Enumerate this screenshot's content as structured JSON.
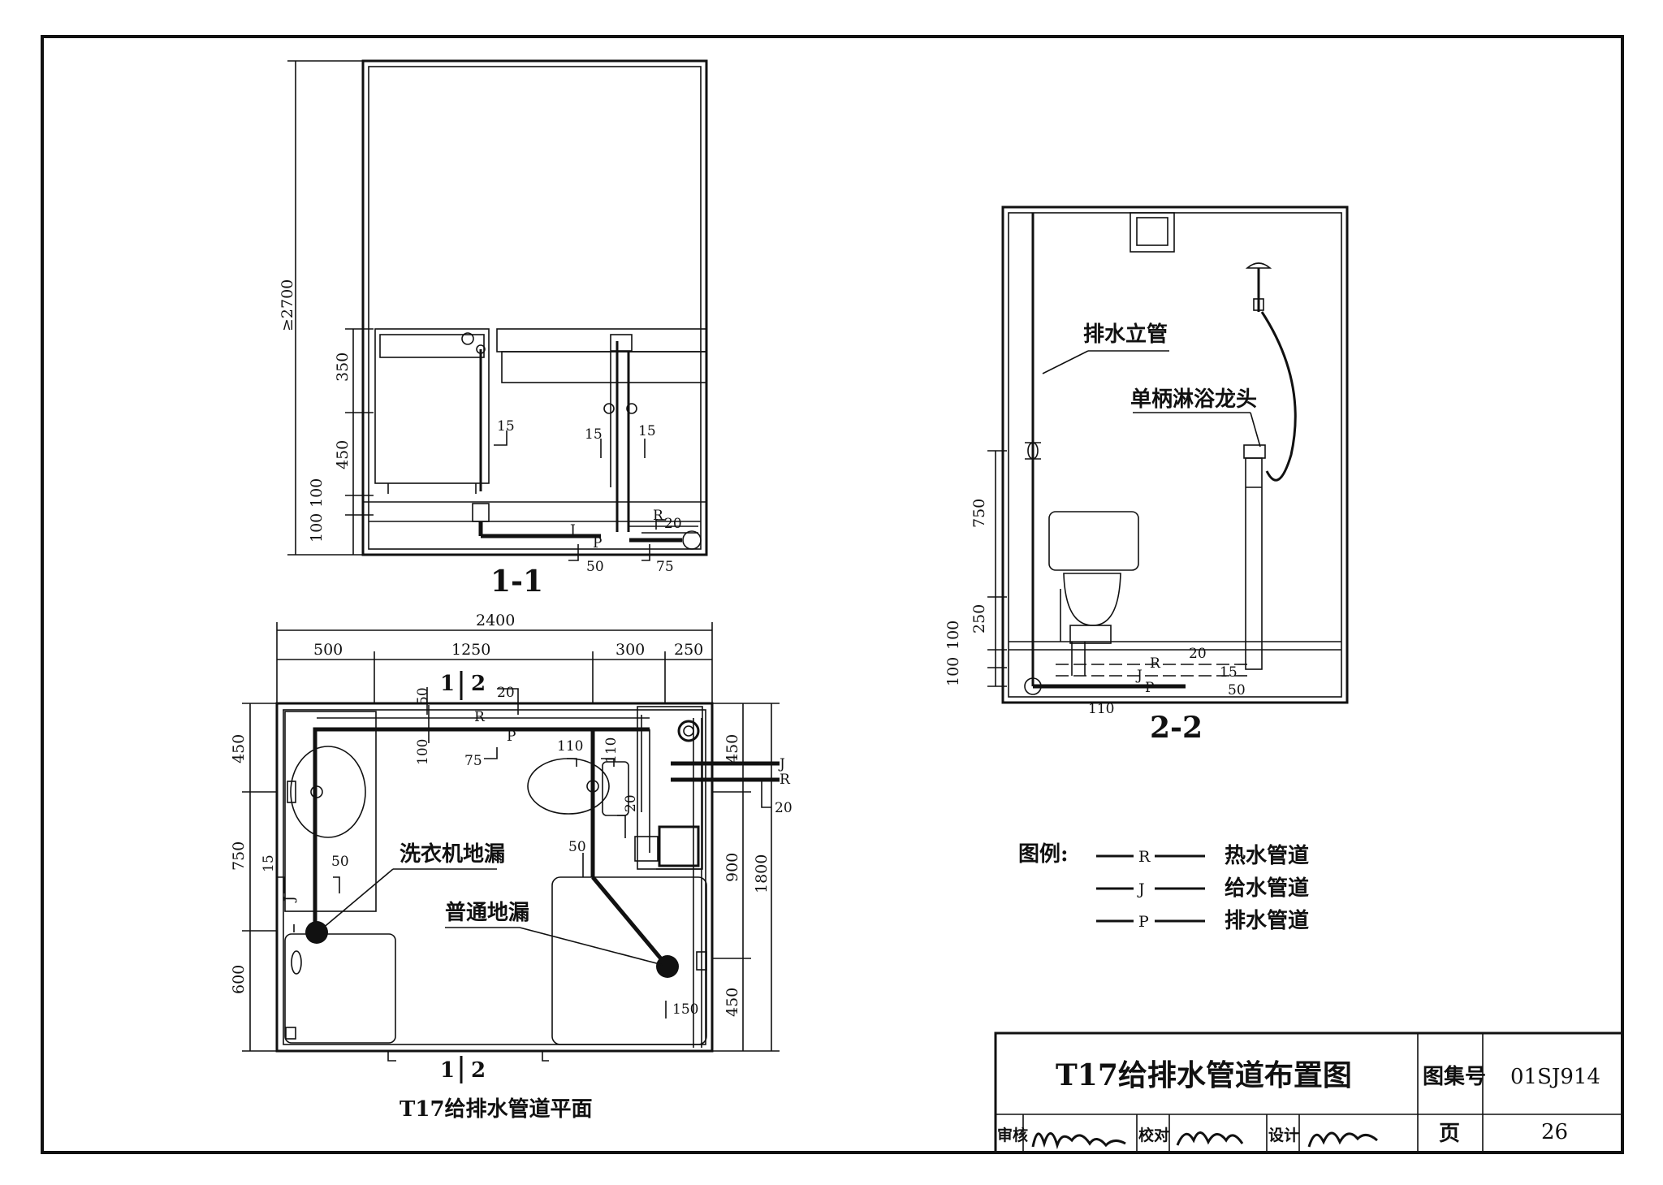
{
  "drawing": {
    "section_1_1": {
      "label": "1-1",
      "height_dim": "≥2700",
      "dims_vertical": [
        "350",
        "450",
        "100",
        "100"
      ],
      "pipe_sizes": [
        "15",
        "15",
        "15",
        "20",
        "50",
        "75"
      ],
      "pipe_tags": [
        "J",
        "P",
        "R"
      ]
    },
    "section_2_2": {
      "label": "2-2",
      "callout_drain_stack": "排水立管",
      "callout_shower": "单柄淋浴龙头",
      "dims_vertical": [
        "750",
        "250",
        "100",
        "100"
      ],
      "pipe_sizes": [
        "20",
        "15",
        "50",
        "110"
      ],
      "pipe_tags": [
        "R",
        "J",
        "P"
      ]
    },
    "plan": {
      "title": "T17给排水管道平面",
      "total_width": "2400",
      "dims_top": [
        "500",
        "1250",
        "300",
        "250"
      ],
      "dims_left": [
        "450",
        "750",
        "600"
      ],
      "dims_right": [
        "450",
        "900",
        "450"
      ],
      "dim_right_total": "1800",
      "section_marks": [
        "1",
        "2",
        "1",
        "2"
      ],
      "pipe_sizes": [
        "50",
        "20",
        "100",
        "75",
        "110",
        "110",
        "20",
        "50",
        "15",
        "50",
        "20",
        "150"
      ],
      "pipe_tags": [
        "R",
        "P",
        "J",
        "R",
        "J"
      ],
      "callout_washer_drain": "洗衣机地漏",
      "callout_floor_drain": "普通地漏"
    },
    "legend": {
      "title": "图例:",
      "items": [
        {
          "tag": "R",
          "text": "热水管道"
        },
        {
          "tag": "J",
          "text": "给水管道"
        },
        {
          "tag": "P",
          "text": "排水管道"
        }
      ]
    }
  },
  "title_block": {
    "drawing_title": "T17给排水管道布置图",
    "atlas_no_label": "图集号",
    "atlas_no": "01SJ914",
    "review_label": "审核",
    "check_label": "校对",
    "design_label": "设计",
    "page_label": "页",
    "page_no": "26"
  }
}
